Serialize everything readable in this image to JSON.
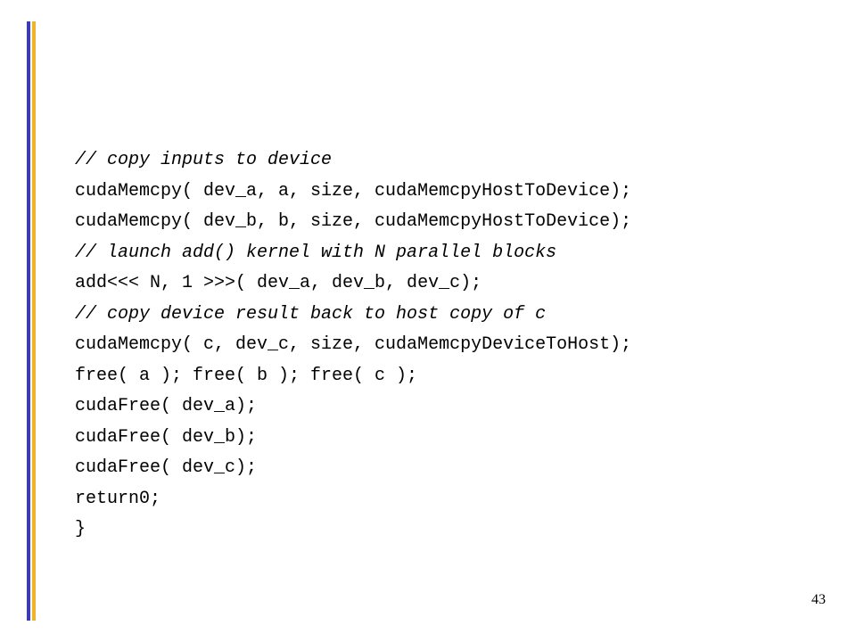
{
  "colors": {
    "left_bar_blue": "#3b3bb5",
    "left_bar_gold": "#f0b429",
    "text": "#000000",
    "background": "#ffffff"
  },
  "code": {
    "lines": [
      {
        "text": "// copy inputs to device",
        "comment": true
      },
      {
        "text": "cudaMemcpy( dev_a, a, size, cudaMemcpyHostToDevice);",
        "comment": false
      },
      {
        "text": "cudaMemcpy( dev_b, b, size, cudaMemcpyHostToDevice);",
        "comment": false
      },
      {
        "text": "// launch add() kernel with N parallel blocks",
        "comment": true
      },
      {
        "text": "add<<< N, 1 >>>( dev_a, dev_b, dev_c);",
        "comment": false
      },
      {
        "text": "// copy device result back to host copy of c",
        "comment": true
      },
      {
        "text": "cudaMemcpy( c, dev_c, size, cudaMemcpyDeviceToHost);",
        "comment": false
      },
      {
        "text": "free( a ); free( b ); free( c );",
        "comment": false
      },
      {
        "text": "cudaFree( dev_a);",
        "comment": false
      },
      {
        "text": "cudaFree( dev_b);",
        "comment": false
      },
      {
        "text": "cudaFree( dev_c);",
        "comment": false
      },
      {
        "text": "return0;",
        "comment": false
      },
      {
        "text": "}",
        "comment": false
      }
    ]
  },
  "footer": {
    "page_number": "43"
  }
}
